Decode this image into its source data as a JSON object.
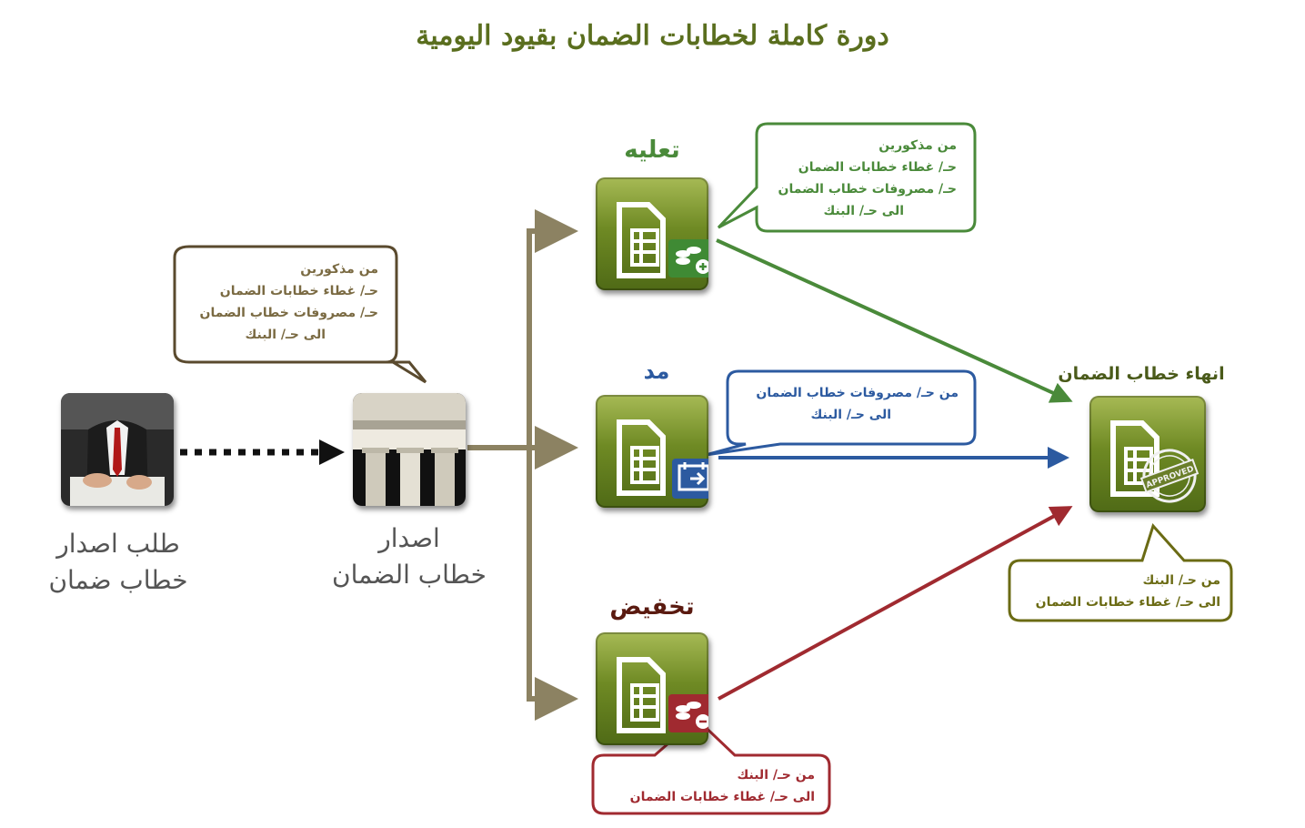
{
  "title": "دورة كاملة لخطابات الضمان بقيود اليومية",
  "nodes": {
    "request": {
      "label_line1": "طلب اصدار",
      "label_line2": "خطاب ضمان"
    },
    "issue": {
      "label_line1": "اصدار",
      "label_line2": "خطاب الضمان"
    },
    "increase": {
      "title": "تعليه"
    },
    "extend": {
      "title": "مد"
    },
    "decrease": {
      "title": "تخفيض"
    },
    "terminate": {
      "title": "انهاء خطاب الضمان"
    }
  },
  "bubbles": {
    "issue": {
      "lines": [
        "من مذكورين",
        "حـ/ غطاء خطابات الضمان",
        "حـ/ مصروفات خطاب الضمان",
        "الى حـ/ البنك"
      ]
    },
    "increase": {
      "lines": [
        "من مذكورين",
        "حـ/ غطاء خطابات الضمان",
        "حـ/ مصروفات خطاب الضمان",
        "الى حـ/ البنك"
      ]
    },
    "extend": {
      "lines": [
        "من حـ/ مصروفات خطاب الضمان",
        "الى حـ/ البنك"
      ]
    },
    "decrease": {
      "lines": [
        "من حـ/ البنك",
        "الى حـ/ غطاء خطابات الضمان"
      ]
    },
    "terminate": {
      "lines": [
        "من حـ/ البنك",
        "الى حـ/ غطاء خطابات الضمان"
      ]
    }
  },
  "badges": {
    "terminate_stamp": "APPROVED"
  },
  "colors": {
    "title": "#5a6e1e",
    "issue_bubble": "#5a4a2e",
    "increase": "#4a8a3a",
    "extend": "#2c5aa0",
    "decrease": "#a02a30",
    "terminate_bubble": "#6b6b14",
    "connector": "#8c8262"
  },
  "icons": {
    "request": "businessman-signing-icon",
    "issue": "bank-building-icon",
    "increase": "document-coins-plus-icon",
    "extend": "document-calendar-icon",
    "decrease": "document-coins-minus-icon",
    "terminate": "document-approved-stamp-icon"
  }
}
